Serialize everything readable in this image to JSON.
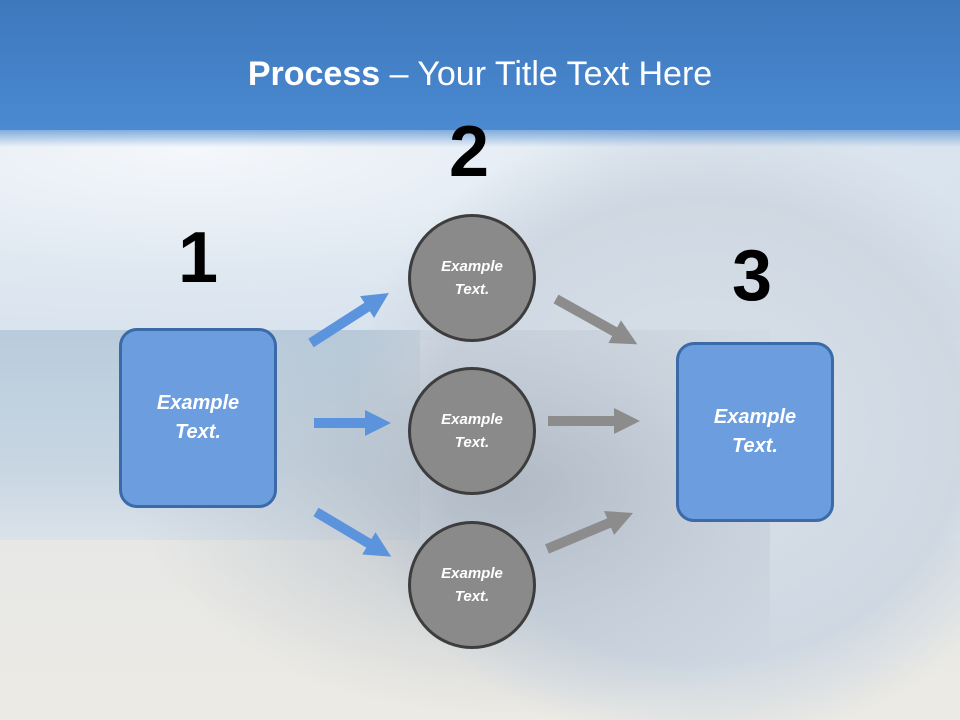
{
  "slide": {
    "title_bold": "Process",
    "title_rest": " – Your Title Text Here"
  },
  "steps": {
    "n1": "1",
    "n2": "2",
    "n3": "3"
  },
  "nodes": {
    "left_box": "Example\nText.",
    "circle_top": "Example\nText.",
    "circle_mid": "Example\nText.",
    "circle_bot": "Example\nText.",
    "right_box": "Example\nText."
  },
  "colors": {
    "header": "#4684cb",
    "box_fill": "#6b9ddf",
    "box_border": "#3a6aa8",
    "circle_fill": "#8a8a8a",
    "circle_border": "#3d3d3d",
    "arrow_blue": "#5b93dc",
    "arrow_gray": "#8c8c8c"
  }
}
